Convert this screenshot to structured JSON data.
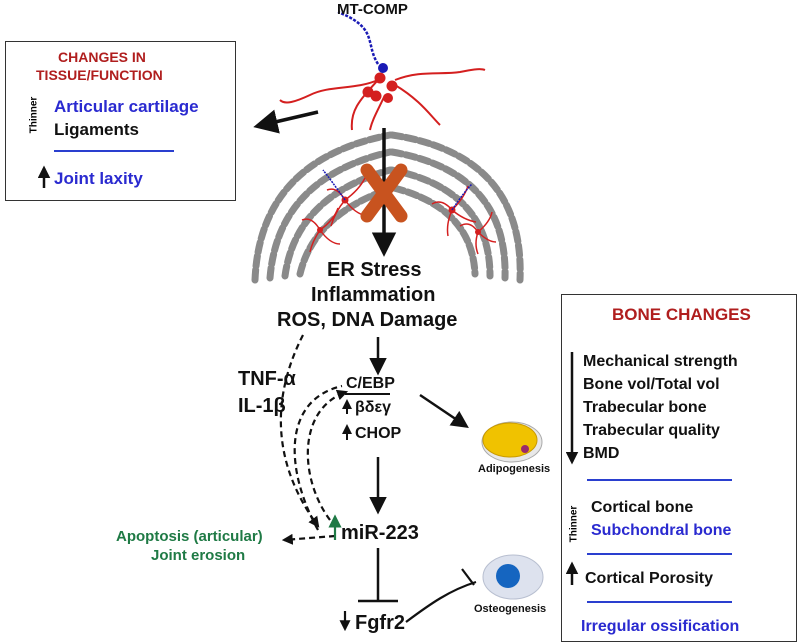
{
  "colors": {
    "red_title": "#b01e1e",
    "blue": "#2a2ad0",
    "green": "#1f7a45",
    "black": "#111111",
    "mtcomp_red": "#d41f1f",
    "mtcomp_blue": "#1a1ab5",
    "x_mark": "#c8531f",
    "er_gray": "#8a8a8a",
    "adipocyte_yellow": "#f0c200",
    "osteo_blue": "#1565c0"
  },
  "top": {
    "label": "MT-COMP"
  },
  "left_box": {
    "title_line1": "CHANGES IN",
    "title_line2": "TISSUE/FUNCTION",
    "vertical_label": "Thinner",
    "item1": "Articular cartilage",
    "item2": "Ligaments",
    "item3": "Joint laxity"
  },
  "center": {
    "line1": "ER Stress",
    "line2": "Inflammation",
    "line3": "ROS, DNA Damage"
  },
  "cytokines": {
    "tnf": "TNF-α",
    "il1b": "IL-1β"
  },
  "cebp": {
    "line1": "C/EBP",
    "line2": "βδεγ",
    "line3": "CHOP"
  },
  "mirna": {
    "label": "miR-223"
  },
  "fgfr": {
    "label": "Fgfr2"
  },
  "apoptosis": {
    "line1": "Apoptosis (articular)",
    "line2": "Joint erosion"
  },
  "adipogenesis": {
    "label": "Adipogenesis"
  },
  "osteogenesis": {
    "label": "Osteogenesis"
  },
  "bone_box": {
    "title": "BONE CHANGES",
    "items": [
      "Mechanical strength",
      "Bone vol/Total vol",
      "Trabecular bone",
      "Trabecular quality",
      "BMD"
    ],
    "vertical_label": "Thinner",
    "thin1": "Cortical bone",
    "thin2": "Subchondral bone",
    "porosity": "Cortical Porosity",
    "ossification": "Irregular ossification"
  }
}
